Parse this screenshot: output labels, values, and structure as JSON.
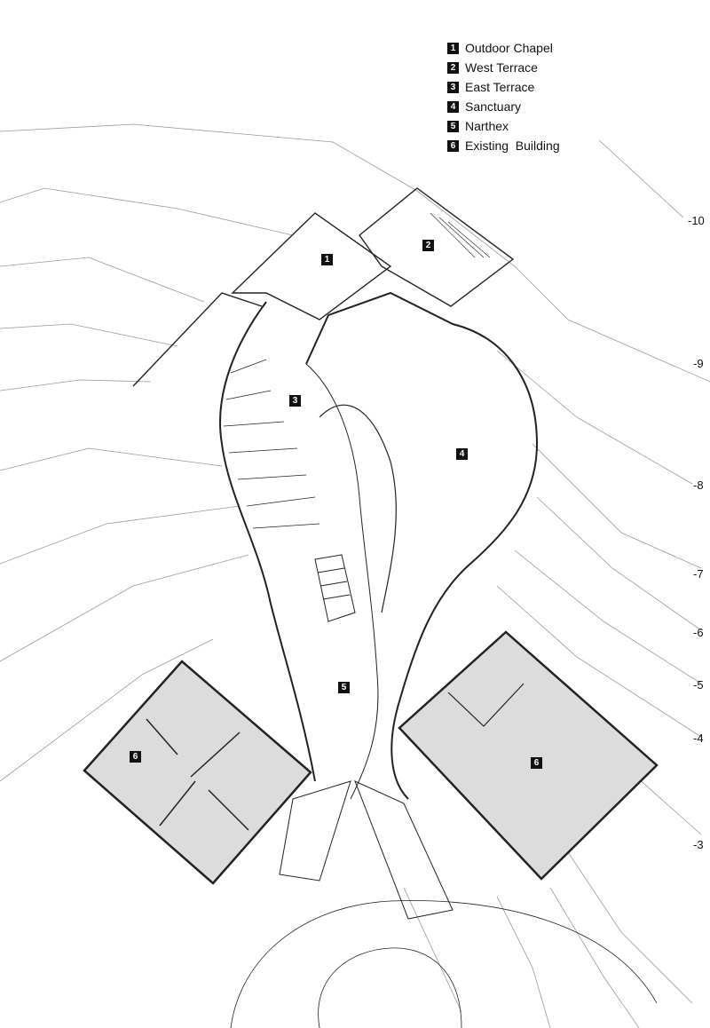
{
  "legend": [
    {
      "num": "1",
      "label": "Outdoor Chapel"
    },
    {
      "num": "2",
      "label": "West Terrace"
    },
    {
      "num": "3",
      "label": "East Terrace"
    },
    {
      "num": "4",
      "label": "Sanctuary"
    },
    {
      "num": "5",
      "label": "Narthex"
    },
    {
      "num": "6",
      "label": "Existing  Building"
    }
  ],
  "contours": [
    "-10",
    "-9",
    "-8",
    "-7",
    "-6",
    "-5",
    "-4",
    "-3"
  ],
  "rooms": {
    "outdoor_chapel": "1",
    "west_terrace": "2",
    "east_terrace": "3",
    "sanctuary": "4",
    "narthex": "5",
    "existing_building_left": "6",
    "existing_building_right": "6"
  },
  "colors": {
    "line": "#222222",
    "contour": "#9a9a9a",
    "existing_fill": "#dcdcdc"
  }
}
